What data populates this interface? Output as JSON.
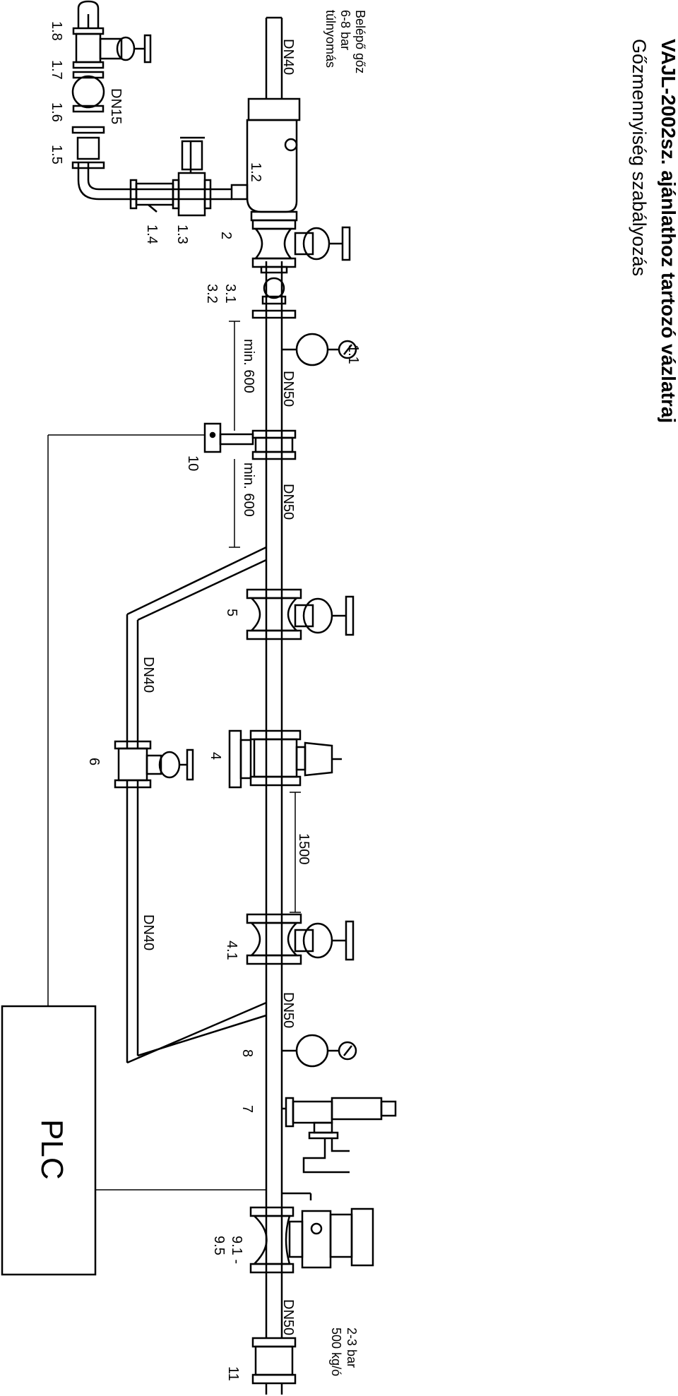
{
  "title": "VAJL-2002sz. ajánlathoz tartozó vázlatraj",
  "subtitle": "Gőzmennyiség szabályozás",
  "inlet": {
    "line1": "Belépő gőz",
    "line2": "6-8 bar",
    "line3": "túlnyomás"
  },
  "outlet": {
    "line1": "2-3 bar",
    "line2": "500 kg/ó"
  },
  "pipe_sizes": {
    "dn40_top": "DN40",
    "dn15": "DN15",
    "dn50_a": "DN50",
    "dn50_b": "DN50",
    "dn40_bypass_a": "DN40",
    "dn40_bypass_b": "DN40",
    "dn50_c": "DN50",
    "dn50_d": "DN50"
  },
  "dimensions": {
    "min600_a": "min. 600",
    "min600_b": "min. 600",
    "d1500": "1500"
  },
  "items": {
    "i18": "1.8",
    "i17": "1.7",
    "i16": "1.6",
    "i15": "1.5",
    "i14": "1.4",
    "i13": "1.3",
    "i12": "1.2",
    "i2": "2",
    "i31": "3.1",
    "i32": "3.2",
    "i11": "1.1",
    "i10": "10",
    "i5": "5",
    "i4": "4",
    "i6": "6",
    "i41": "4.1",
    "i8": "8",
    "i7": "7",
    "i91": "9.1 -",
    "i95": "9.5",
    "i11b": "11"
  },
  "controller": "PLC"
}
